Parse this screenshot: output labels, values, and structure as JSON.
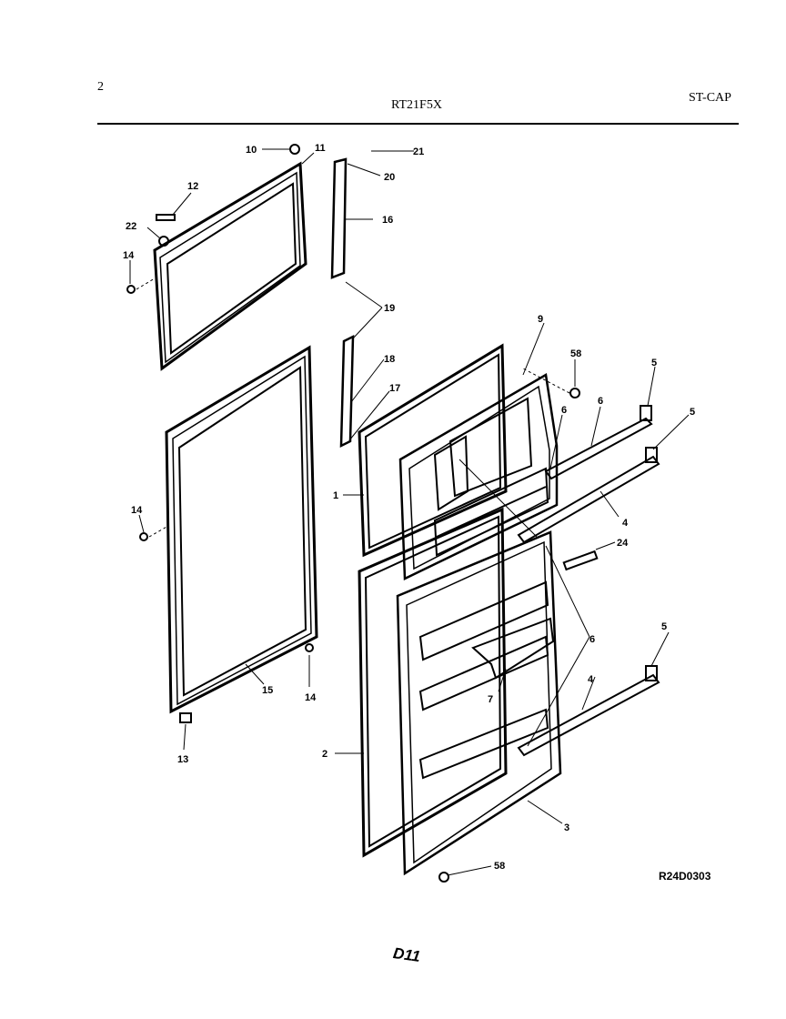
{
  "header": {
    "page_number": "2",
    "model": "RT21F5X",
    "code": "ST-CAP"
  },
  "diagram": {
    "reference_code": "R24D0303",
    "page_code": "D11",
    "callouts": {
      "c1": "1",
      "c2": "2",
      "c3": "3",
      "c4a": "4",
      "c4b": "4",
      "c5a": "5",
      "c5b": "5",
      "c5c": "5",
      "c6a": "6",
      "c6b": "6",
      "c6c": "6",
      "c7": "7",
      "c9": "9",
      "c10": "10",
      "c11": "11",
      "c12": "12",
      "c13": "13",
      "c14a": "14",
      "c14b": "14",
      "c14c": "14",
      "c15": "15",
      "c16": "16",
      "c17": "17",
      "c18": "18",
      "c19": "19",
      "c20": "20",
      "c21": "21",
      "c22": "22",
      "c24": "24",
      "c58a": "58",
      "c58b": "58"
    }
  }
}
